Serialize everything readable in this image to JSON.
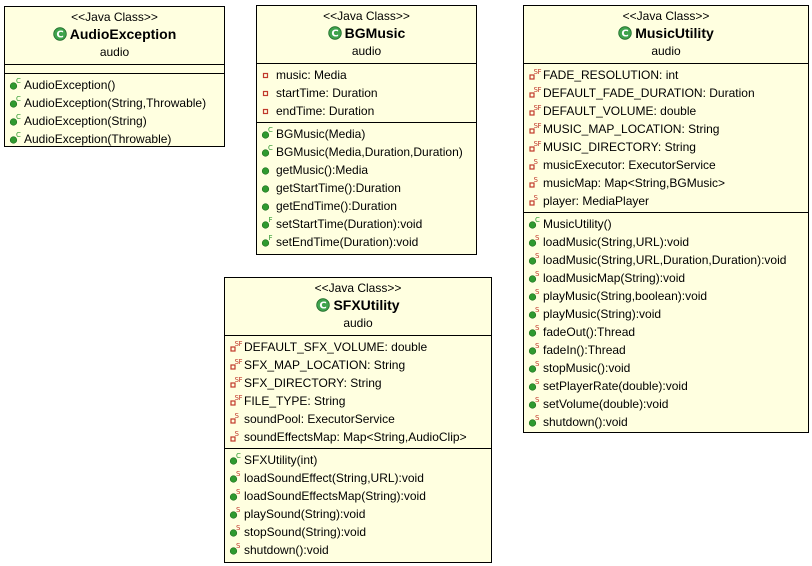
{
  "classes": {
    "audio_exception": {
      "stereotype": "<<Java Class>>",
      "name": "AudioException",
      "package": "audio",
      "attributes": [],
      "operations": [
        {
          "text": "AudioException()",
          "kind": "ctor"
        },
        {
          "text": "AudioException(String,Throwable)",
          "kind": "ctor"
        },
        {
          "text": "AudioException(String)",
          "kind": "ctor"
        },
        {
          "text": "AudioException(Throwable)",
          "kind": "ctor"
        }
      ]
    },
    "bg_music": {
      "stereotype": "<<Java Class>>",
      "name": "BGMusic",
      "package": "audio",
      "attributes": [
        {
          "text": "music: Media",
          "kind": "private"
        },
        {
          "text": "startTime: Duration",
          "kind": "private"
        },
        {
          "text": "endTime: Duration",
          "kind": "private"
        }
      ],
      "operations": [
        {
          "text": "BGMusic(Media)",
          "kind": "ctor"
        },
        {
          "text": "BGMusic(Media,Duration,Duration)",
          "kind": "ctor"
        },
        {
          "text": "getMusic():Media",
          "kind": "public"
        },
        {
          "text": "getStartTime():Duration",
          "kind": "public"
        },
        {
          "text": "getEndTime():Duration",
          "kind": "public"
        },
        {
          "text": "setStartTime(Duration):void",
          "kind": "public-final"
        },
        {
          "text": "setEndTime(Duration):void",
          "kind": "public-final"
        }
      ]
    },
    "music_utility": {
      "stereotype": "<<Java Class>>",
      "name": "MusicUtility",
      "package": "audio",
      "attributes": [
        {
          "text": "FADE_RESOLUTION: int",
          "kind": "static-final"
        },
        {
          "text": "DEFAULT_FADE_DURATION: Duration",
          "kind": "static-final"
        },
        {
          "text": "DEFAULT_VOLUME: double",
          "kind": "static-final"
        },
        {
          "text": "MUSIC_MAP_LOCATION: String",
          "kind": "static-final"
        },
        {
          "text": "MUSIC_DIRECTORY: String",
          "kind": "static-final"
        },
        {
          "text": "musicExecutor: ExecutorService",
          "kind": "static"
        },
        {
          "text": "musicMap: Map<String,BGMusic>",
          "kind": "static"
        },
        {
          "text": "player: MediaPlayer",
          "kind": "static"
        }
      ],
      "operations": [
        {
          "text": "MusicUtility()",
          "kind": "ctor"
        },
        {
          "text": "loadMusic(String,URL):void",
          "kind": "public-static"
        },
        {
          "text": "loadMusic(String,URL,Duration,Duration):void",
          "kind": "public-static"
        },
        {
          "text": "loadMusicMap(String):void",
          "kind": "public-static"
        },
        {
          "text": "playMusic(String,boolean):void",
          "kind": "public-static"
        },
        {
          "text": "playMusic(String):void",
          "kind": "public-static"
        },
        {
          "text": "fadeOut():Thread",
          "kind": "public-static"
        },
        {
          "text": "fadeIn():Thread",
          "kind": "public-static"
        },
        {
          "text": "stopMusic():void",
          "kind": "public-static"
        },
        {
          "text": "setPlayerRate(double):void",
          "kind": "public-static"
        },
        {
          "text": "setVolume(double):void",
          "kind": "public-static"
        },
        {
          "text": "shutdown():void",
          "kind": "public-static"
        }
      ]
    },
    "sfx_utility": {
      "stereotype": "<<Java Class>>",
      "name": "SFXUtility",
      "package": "audio",
      "attributes": [
        {
          "text": "DEFAULT_SFX_VOLUME: double",
          "kind": "static-final"
        },
        {
          "text": "SFX_MAP_LOCATION: String",
          "kind": "static-final"
        },
        {
          "text": "SFX_DIRECTORY: String",
          "kind": "static-final"
        },
        {
          "text": "FILE_TYPE: String",
          "kind": "static-final"
        },
        {
          "text": "soundPool: ExecutorService",
          "kind": "static"
        },
        {
          "text": "soundEffectsMap: Map<String,AudioClip>",
          "kind": "static"
        }
      ],
      "operations": [
        {
          "text": "SFXUtility(int)",
          "kind": "ctor"
        },
        {
          "text": "loadSoundEffect(String,URL):void",
          "kind": "public-static"
        },
        {
          "text": "loadSoundEffectsMap(String):void",
          "kind": "public-static"
        },
        {
          "text": "playSound(String):void",
          "kind": "public-static"
        },
        {
          "text": "stopSound(String):void",
          "kind": "public-static"
        },
        {
          "text": "shutdown():void",
          "kind": "public-static"
        }
      ]
    }
  },
  "colors": {
    "fill": "#ffffe0",
    "public": "#2f9a2f",
    "private": "#c0392b",
    "class_icon": "#3fa34d"
  }
}
